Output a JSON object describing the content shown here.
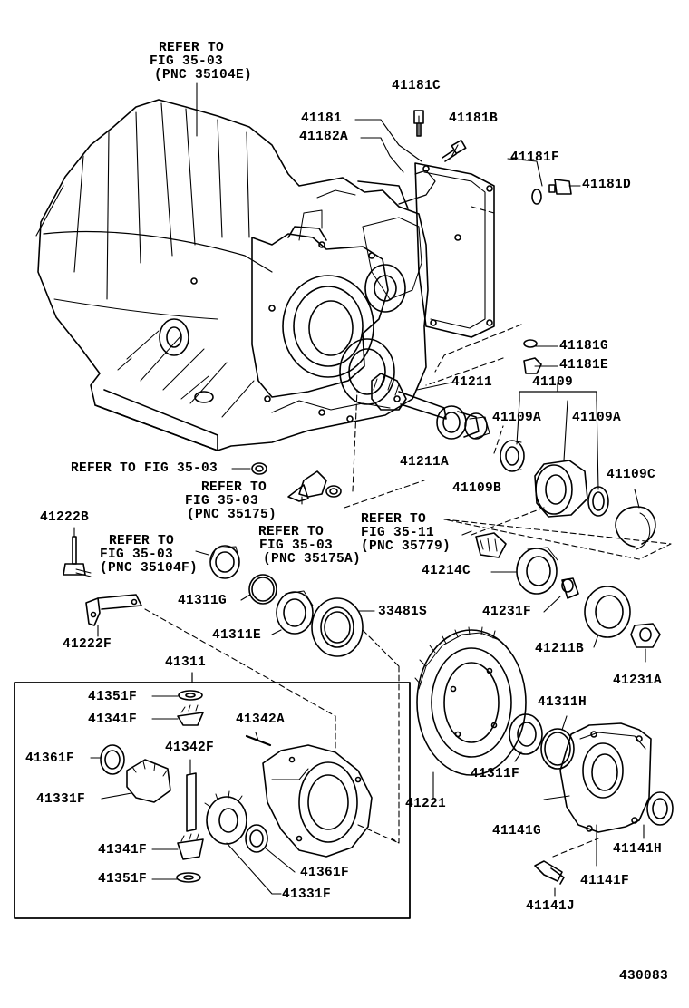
{
  "diagram_code": "430083",
  "refs": {
    "r1": [
      "REFER TO",
      "FIG 35-03",
      "(PNC 35104E)"
    ],
    "r2": "REFER TO FIG 35-03",
    "r3": [
      "REFER TO",
      "FIG 35-03",
      "(PNC 35175)"
    ],
    "r4": [
      "REFER TO",
      "FIG 35-03",
      "(PNC 35104F)"
    ],
    "r5": [
      "REFER TO",
      "FIG 35-03",
      "(PNC 35175A)"
    ],
    "r6": [
      "REFER TO",
      "FIG 35-11",
      "(PNC 35779)"
    ]
  },
  "parts": {
    "p41181C": "41181C",
    "p41181": "41181",
    "p41182A": "41182A",
    "p41181B": "41181B",
    "p41181F": "41181F",
    "p41181D": "41181D",
    "p41181G": "41181G",
    "p41181E": "41181E",
    "p41109": "41109",
    "p41211": "41211",
    "p41109A_1": "41109A",
    "p41109A_2": "41109A",
    "p41211A": "41211A",
    "p41109B": "41109B",
    "p41109C": "41109C",
    "p41222B": "41222B",
    "p41214C": "41214C",
    "p41311G": "41311G",
    "p33481S": "33481S",
    "p41231F": "41231F",
    "p41311E": "41311E",
    "p41211B": "41211B",
    "p41222F": "41222F",
    "p41231A": "41231A",
    "p41311": "41311",
    "p41351F_1": "41351F",
    "p41341F_1": "41341F",
    "p41342A": "41342A",
    "p41311H": "41311H",
    "p41361F_1": "41361F",
    "p41342F": "41342F",
    "p41311F": "41311F",
    "p41331F_1": "41331F",
    "p41221": "41221",
    "p41141G": "41141G",
    "p41141H": "41141H",
    "p41341F_2": "41341F",
    "p41361F_2": "41361F",
    "p41351F_2": "41351F",
    "p41141F": "41141F",
    "p41331F_2": "41331F",
    "p41141J": "41141J"
  }
}
